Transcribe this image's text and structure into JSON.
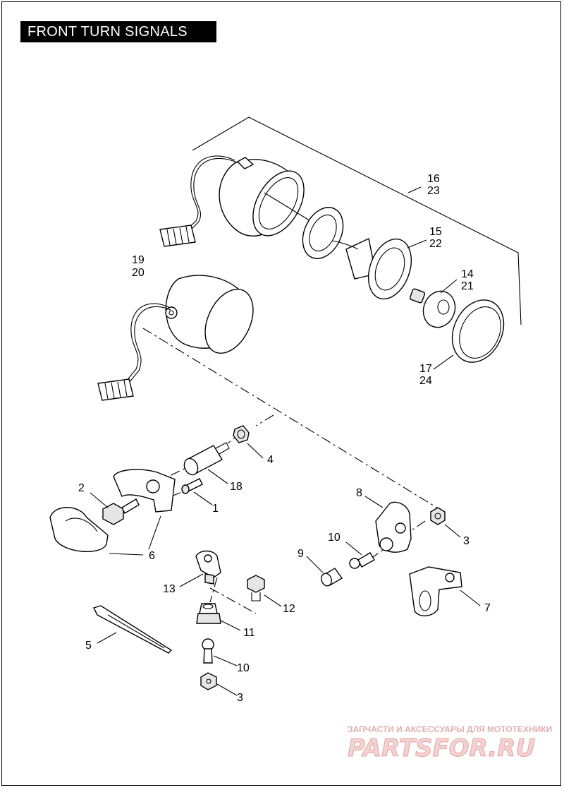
{
  "title": "FRONT TURN SIGNALS",
  "callouts": {
    "c16": "16",
    "c23": "23",
    "c15": "15",
    "c22": "22",
    "c14": "14",
    "c21": "21",
    "c19": "19",
    "c20": "20",
    "c17": "17",
    "c24": "24",
    "c4": "4",
    "c18": "18",
    "c2": "2",
    "c1": "1",
    "c6": "6",
    "c8": "8",
    "c3a": "3",
    "c10a": "10",
    "c9": "9",
    "c7": "7",
    "c13": "13",
    "c12": "12",
    "c11": "11",
    "c5": "5",
    "c10b": "10",
    "c3b": "3"
  },
  "watermark": {
    "line1": "ЗАПЧАСТИ И АКСЕССУАРЫ ДЛЯ МОТОТЕХНИКИ",
    "line2": "PARTSFOR.RU"
  },
  "icons": [
    "turn-signal-housing-icon",
    "lamp-socket-icon",
    "bulb-icon",
    "lens-icon",
    "connector-icon",
    "clamp-icon",
    "bracket-icon",
    "bolt-icon",
    "nut-icon",
    "cable-strap-icon"
  ]
}
